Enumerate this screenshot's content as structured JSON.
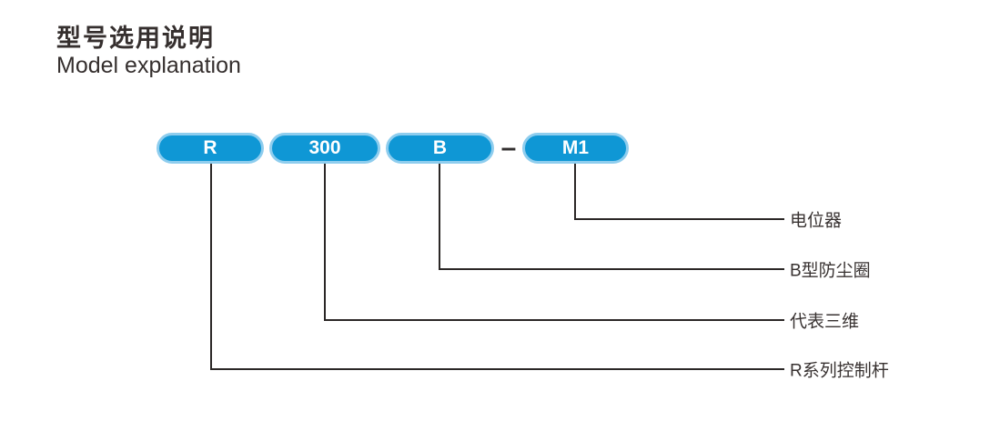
{
  "header": {
    "title_zh": "型号选用说明",
    "title_en": "Model explanation"
  },
  "model_code": {
    "separator": "–",
    "segments": [
      {
        "code": "R",
        "label": "R系列控制杆"
      },
      {
        "code": "300",
        "label": "代表三维"
      },
      {
        "code": "B",
        "label": "B型防尘圈"
      },
      {
        "code": "M1",
        "label": "电位器"
      }
    ]
  },
  "colors": {
    "pill_fill": "#0f97d5",
    "pill_border": "#8ecdee",
    "pill_text": "#ffffff",
    "leader_line": "#2b2726",
    "label_text": "#383231",
    "title_text": "#352f2e",
    "background": "#ffffff"
  }
}
